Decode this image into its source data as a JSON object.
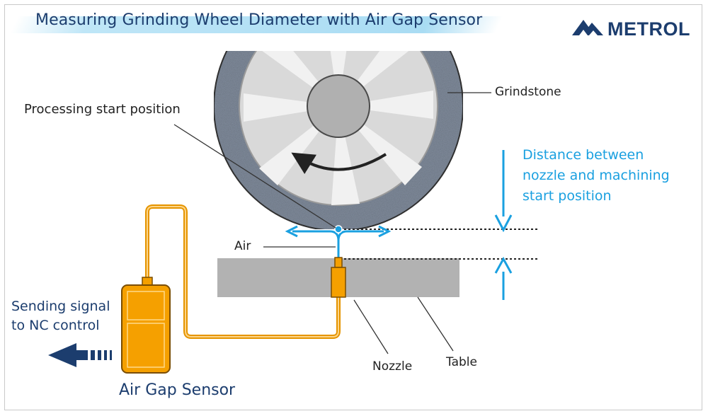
{
  "title": "Measuring Grinding Wheel Diameter with Air Gap Sensor",
  "logo": "METROL",
  "labels": {
    "grindstone": "Grindstone",
    "processing_start": "Processing start position",
    "distance_line1": "Distance between",
    "distance_line2": "nozzle and machining",
    "distance_line3": "start position",
    "air": "Air",
    "signal_line1": "Sending signal",
    "signal_line2": "to NC control",
    "nozzle": "Nozzle",
    "table": "Table",
    "sensor": "Air Gap Sensor"
  },
  "icons": {
    "logo": "metrol-mountain-icon",
    "rotation": "rotation-arrow-icon",
    "signal": "left-arrow-icon"
  },
  "colors": {
    "navy": "#1c3d6e",
    "blue": "#1aa0e0",
    "orange": "#f5a000",
    "grindstone": "#7f8a9a",
    "table": "#b2b2b2"
  }
}
